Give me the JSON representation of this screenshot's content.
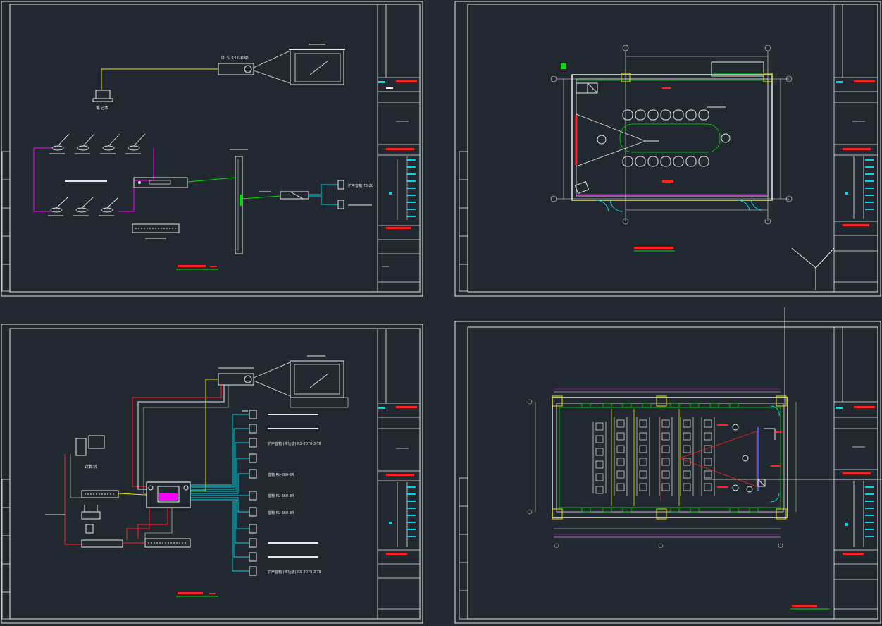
{
  "app": {
    "background": "#212830"
  },
  "colors": {
    "frame": "#e8e8e8",
    "yellow": "#e6e600",
    "magenta": "#ff00ff",
    "green": "#00e000",
    "cyan": "#00d8e8",
    "red": "#ff2020",
    "white": "#f0f0f0",
    "blue": "#3a5cff"
  },
  "sheets": [
    {
      "id": "sheet-1",
      "title": "",
      "kind": "conference-system"
    },
    {
      "id": "sheet-2",
      "title": "",
      "kind": "meeting-room-plan"
    },
    {
      "id": "sheet-3",
      "title": "",
      "kind": "av-control-system"
    },
    {
      "id": "sheet-4",
      "title": "",
      "kind": "classroom-plan"
    }
  ],
  "labels": {
    "s1_projector": "DLS 337-880",
    "s1_laptop": "笔记本",
    "s1_amp_out_a": "扩声音箱 T8-20",
    "s3_pc": "计算机",
    "s3_out_1": "扩声音箱 (带功放) RS-8070-3-T8",
    "s3_out_2": "音箱 RL-360-8R",
    "s3_out_3": "音箱 RL-360-8R",
    "s3_out_4": "音箱 RL-360-8R",
    "s3_out_5": "扩声音箱 (带功放) RS-8070-3-T8"
  },
  "icons": {
    "microphone": "microphone-icon",
    "projector": "projector-icon",
    "screen": "screen-icon",
    "laptop": "laptop-icon",
    "speaker": "speaker-icon",
    "computer": "computer-icon",
    "router": "router-icon"
  }
}
